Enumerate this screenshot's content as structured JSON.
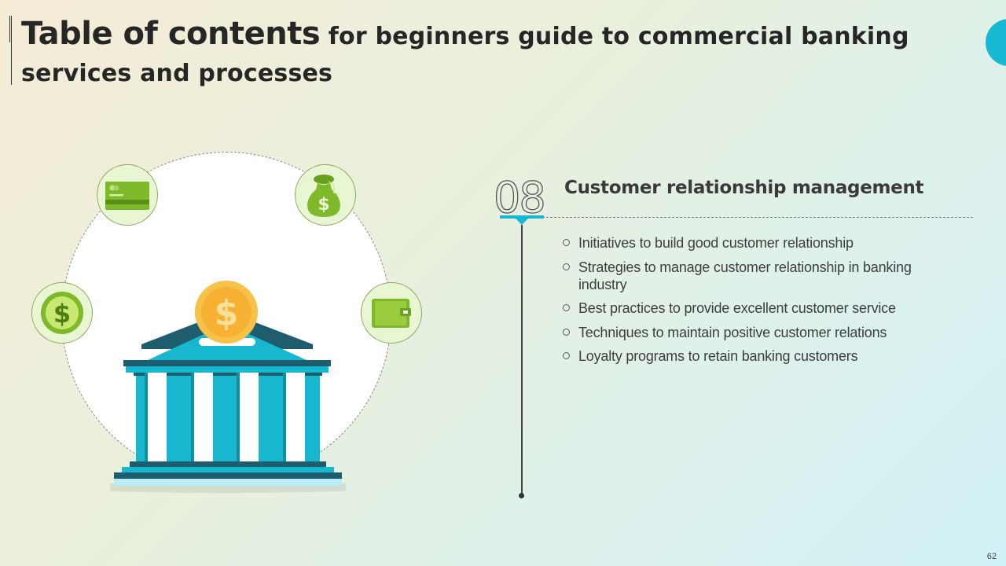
{
  "title": {
    "bold": "Table of contents",
    "rest": " for beginners guide to commercial banking services and processes"
  },
  "section": {
    "number": "08",
    "heading": "Customer relationship management",
    "bullets": [
      "Initiatives to build good customer relationship",
      "Strategies to manage customer relationship in banking industry",
      "Best practices to provide excellent customer service",
      "Techniques to maintain positive customer relations",
      "Loyalty programs to retain banking customers"
    ]
  },
  "page_number": "62",
  "colors": {
    "accent": "#15b9d2",
    "green": "#7db928",
    "coin": "#f5b942"
  },
  "icons": [
    "credit-card-icon",
    "money-bag-icon",
    "dollar-coin-icon",
    "wallet-icon",
    "bank-building-icon"
  ]
}
